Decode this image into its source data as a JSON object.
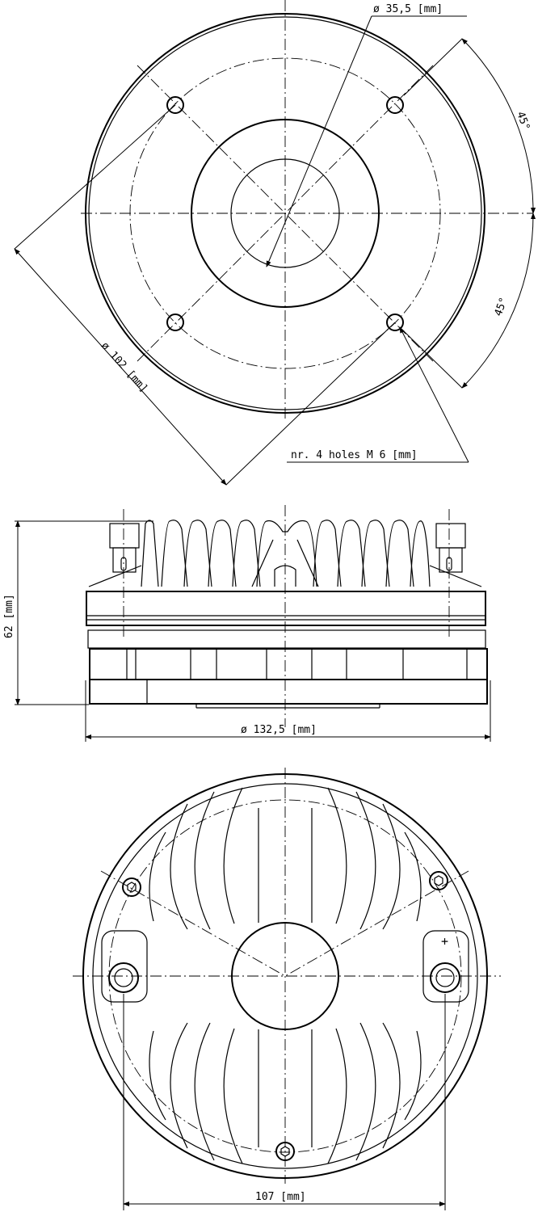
{
  "top_view": {
    "dim_inner_diameter": "ø 35,5 [mm]",
    "angle_upper": "45°",
    "angle_lower": "45°",
    "dim_bolt_circle": "ø 102 [mm]",
    "holes_note": "nr. 4 holes M 6 [mm]"
  },
  "side_view": {
    "dim_height": "62 [mm]",
    "dim_outer_diameter": "ø 132,5 [mm]"
  },
  "bottom_view": {
    "terminal_positive": "+",
    "dim_terminal_spacing": "107 [mm]"
  }
}
